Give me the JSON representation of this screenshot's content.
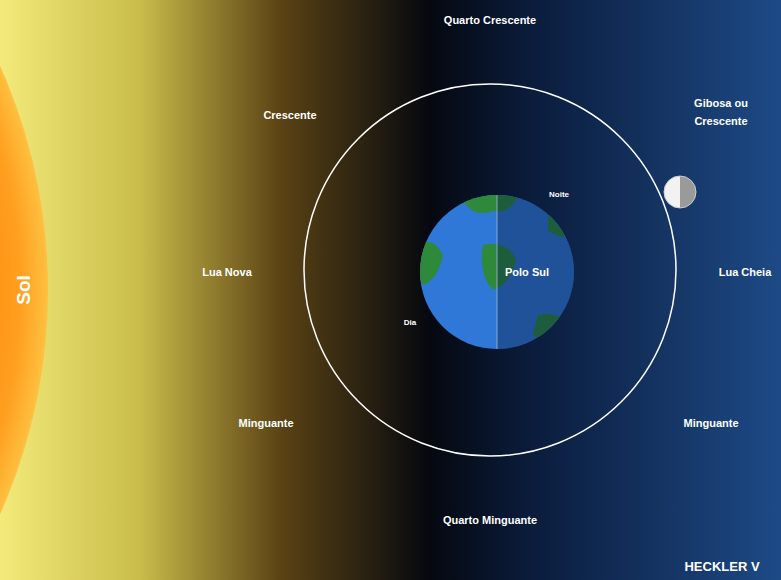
{
  "diagram": {
    "nodes": [
      {
        "text": [
          "Sol"
        ]
      },
      {
        "text": [
          "Noite",
          "Polo Sul",
          "Dia"
        ]
      }
    ],
    "labels": [
      "Quarto Crescente",
      "Crescente",
      "Gibosa ou Crescente",
      "Lua Nova",
      "Lua Cheia",
      "Minguante",
      "Minguante",
      "Quarto Minguante",
      "HECKLER V"
    ]
  }
}
